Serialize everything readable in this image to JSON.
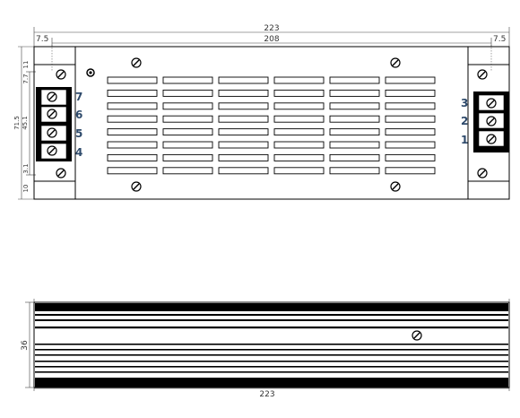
{
  "top_view": {
    "overall_width": "223",
    "inner_width": "208",
    "left_offset": "7.5",
    "right_offset": "7.5",
    "height_total": "71.5",
    "height_inner": "45.1",
    "left_dims": [
      "11",
      "7.7",
      "3.1",
      "10"
    ]
  },
  "terminals_left": [
    "7",
    "6",
    "5",
    "4"
  ],
  "terminals_right": [
    "3",
    "2",
    "1"
  ],
  "side_view": {
    "height": "36",
    "width": "223"
  },
  "colors": {
    "line": "#000000",
    "dimension": "#444444",
    "label": "#2e4a6b"
  }
}
